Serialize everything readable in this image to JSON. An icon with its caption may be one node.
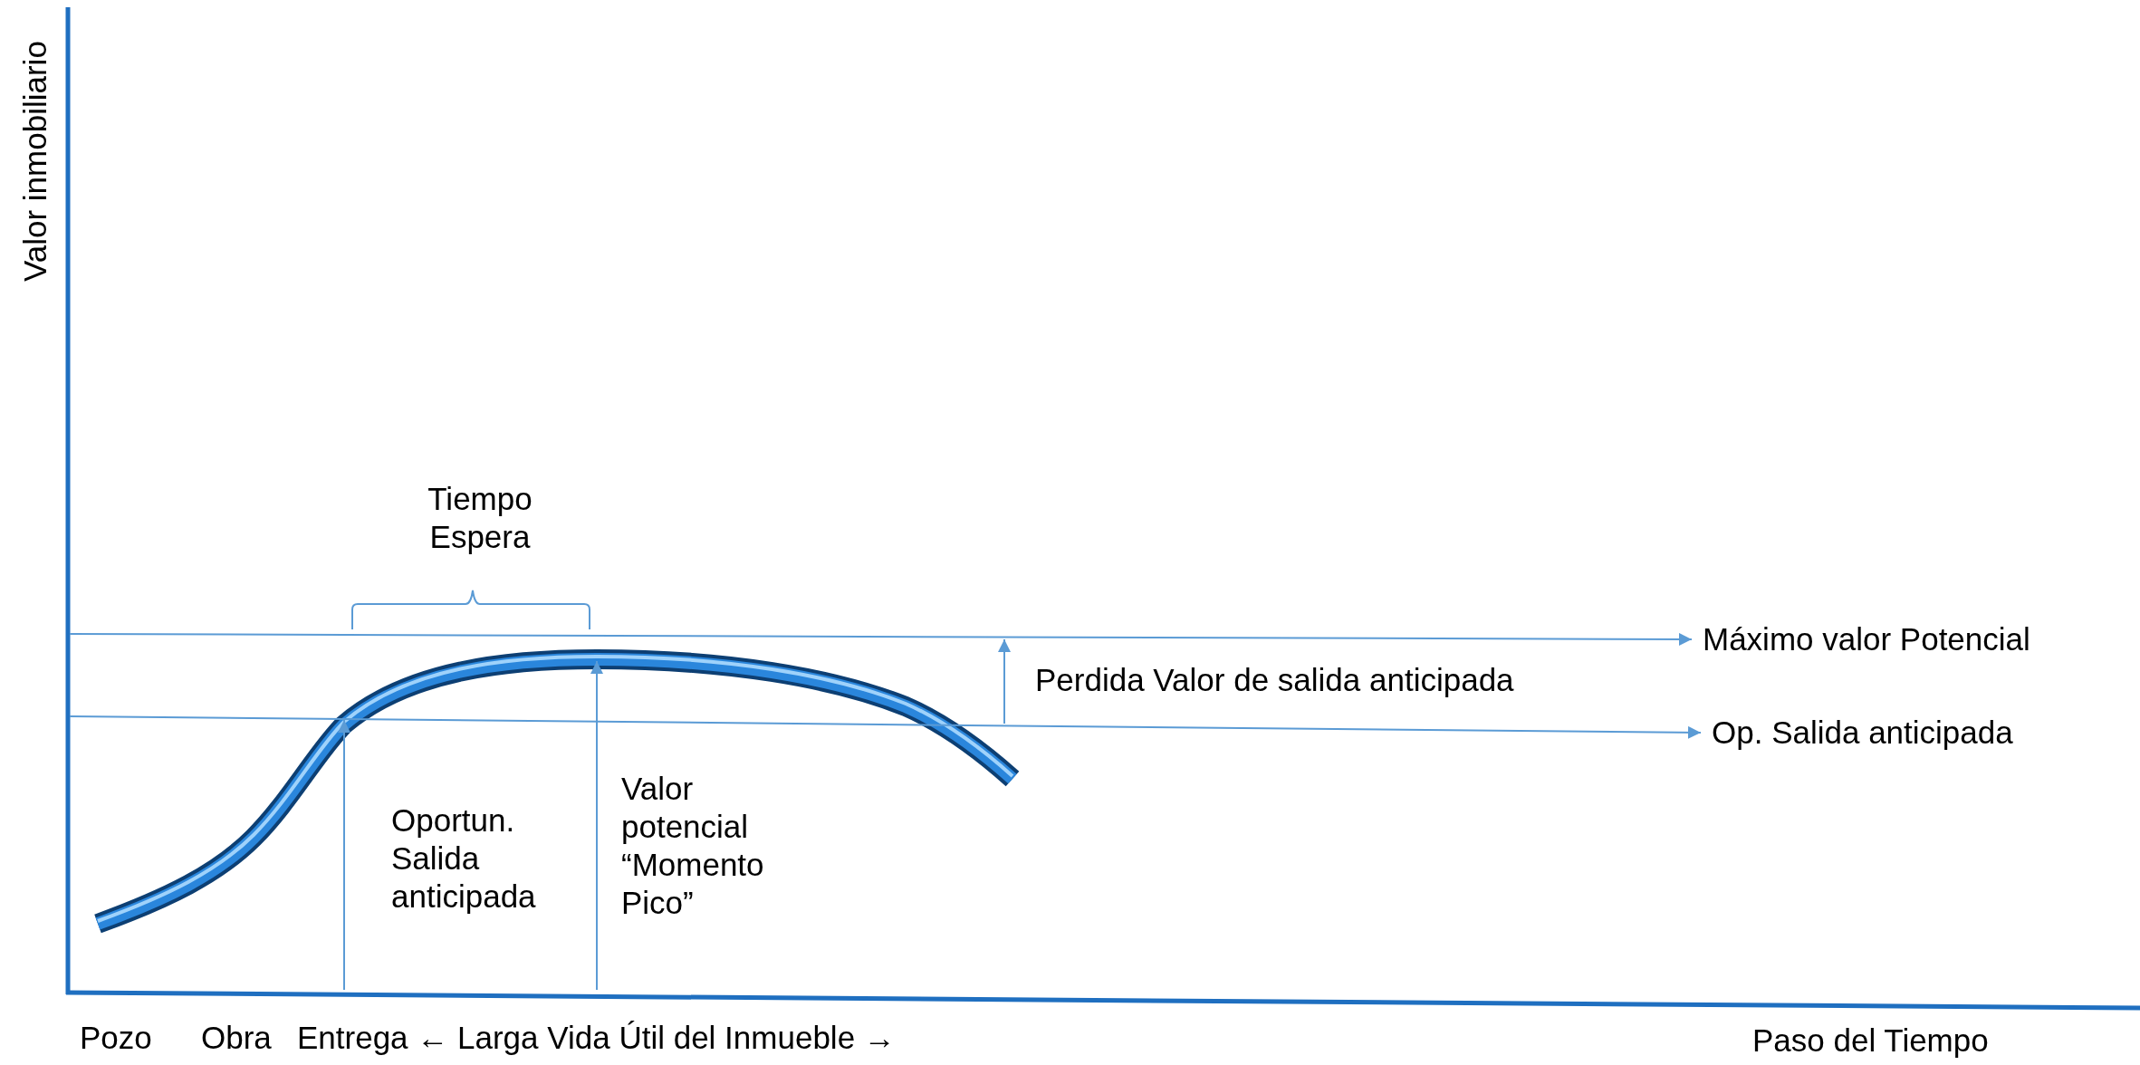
{
  "diagram": {
    "nodes": [
      {
        "text": [
          "Máximo valor Potencial"
        ]
      },
      {
        "text": [
          "Op. Salida anticipada"
        ]
      }
    ],
    "edges": [
      {
        "from": null,
        "to": 0,
        "arrow": "to"
      },
      {
        "from": null,
        "to": 1,
        "arrow": "to"
      }
    ],
    "labels": [
      "Valor inmobiliario",
      "Tiempo Espera",
      "Perdida Valor de salida anticipada",
      "Oportun. Salida anticipada",
      "Valor potencial “Momento Pico”",
      "Pozo",
      "Obra",
      "Entrega ← Larga Vida Útil del Inmueble →",
      "Paso del Tiempo"
    ]
  }
}
